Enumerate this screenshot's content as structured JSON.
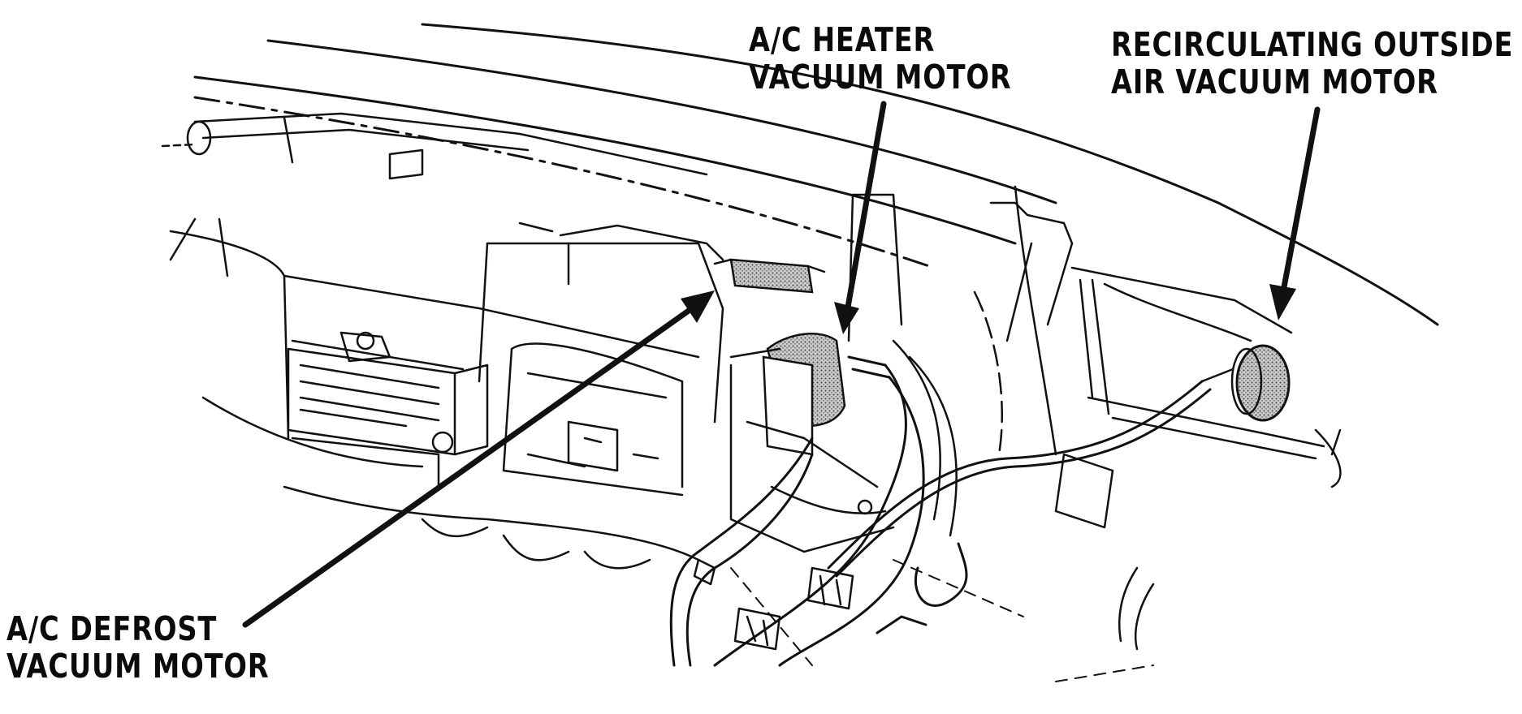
{
  "labels": {
    "heater": {
      "line1": "A/C HEATER",
      "line2": "VACUUM MOTOR"
    },
    "recirc": {
      "line1": "RECIRCULATING OUTSIDE",
      "line2": "AIR VACUUM MOTOR"
    },
    "defrost": {
      "line1": "A/C DEFROST",
      "line2": "VACUUM MOTOR"
    }
  },
  "colors": {
    "ink": "#111111",
    "background": "#ffffff",
    "stipple": "#9a9a9a"
  }
}
